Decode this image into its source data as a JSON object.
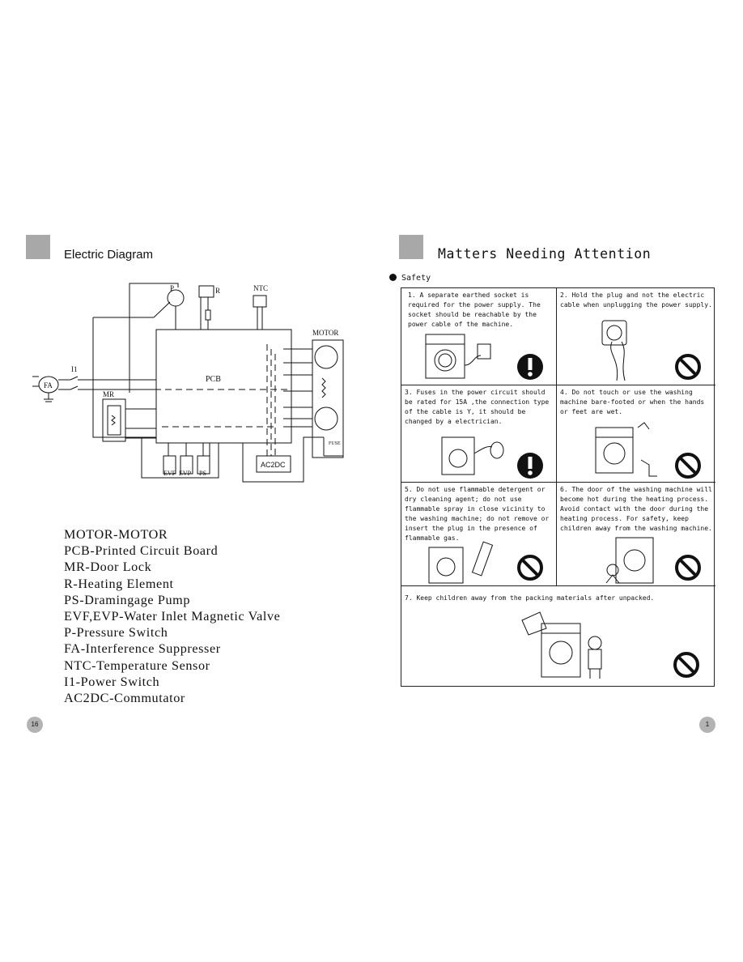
{
  "left_page": {
    "title": "Electric Diagram",
    "page_number": "16",
    "diagram_labels": {
      "motor": "MOTOR",
      "pcb": "PCB",
      "ntc": "NTC",
      "p": "P",
      "r": "R",
      "i1": "I1",
      "fa": "FA",
      "mr": "MR",
      "ac2dc": "AC2DC",
      "evf": "EVF",
      "evp": "EVP",
      "ps": "PS",
      "fuse": "FUSE"
    },
    "legend": [
      "MOTOR-MOTOR",
      "PCB-Printed Circuit Board",
      "MR-Door Lock",
      "R-Heating Element",
      "PS-Dramingage Pump",
      "EVF,EVP-Water Inlet Magnetic Valve",
      "P-Pressure Switch",
      "FA-Interference Suppresser",
      "NTC-Temperature Sensor",
      "I1-Power Switch",
      "AC2DC-Commutator"
    ]
  },
  "right_page": {
    "title": "Matters Needing Attention",
    "section": "Safety",
    "page_number": "1",
    "items": [
      {
        "text": "1. A separate earthed socket is required for the power supply. The socket should be reachable by the power cable of the machine.",
        "icon": "exclamation-icon"
      },
      {
        "text": "2. Hold the plug and not the electric cable when unplugging the power supply.",
        "icon": "prohibited-icon"
      },
      {
        "text": "3. Fuses in the power circuit should be rated for 15A ,the connection type of the cable is Y, it should be changed by a electrician.",
        "icon": "exclamation-icon"
      },
      {
        "text": "4.  Do not touch or use the washing machine bare-footed or when the hands or feet are wet.",
        "icon": "prohibited-icon"
      },
      {
        "text": "5.  Do not use flammable detergent or dry cleaning agent; do not use flammable spray in close vicinity to the washing machine; do not remove or insert the plug in the presence of flammable gas.",
        "icon": "prohibited-icon"
      },
      {
        "text": "6. The door of the washing machine will become hot during the heating process. Avoid contact with the door during the heating process. For safety, keep children away from the washing machine.",
        "icon": "prohibited-icon"
      },
      {
        "text": "7.  Keep children away from the packing materials after unpacked.",
        "icon": "prohibited-icon"
      }
    ]
  }
}
